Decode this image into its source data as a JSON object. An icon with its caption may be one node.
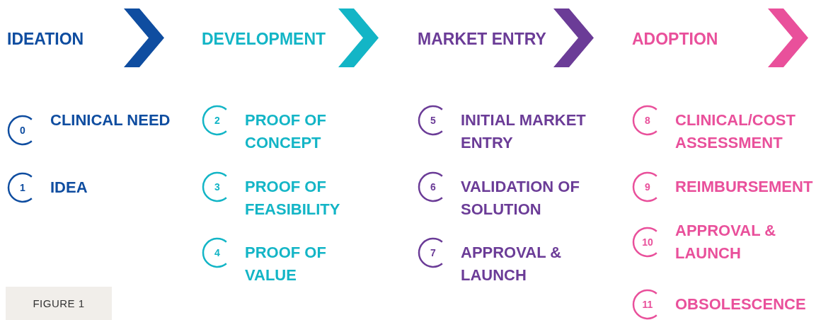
{
  "diagram": {
    "nodes": [
      {
        "text": [
          "IDEATION"
        ]
      },
      {
        "text": [
          "DEVELOPMENT"
        ]
      },
      {
        "text": [
          "MARKET ENTRY"
        ]
      },
      {
        "text": [
          "ADOPTION"
        ]
      },
      {
        "text": [
          "0"
        ],
        "beside": [
          "CLINICAL NEED"
        ]
      },
      {
        "text": [
          "1"
        ],
        "beside": [
          "IDEA"
        ]
      },
      {
        "text": [
          "2"
        ],
        "beside": [
          "PROOF OF CONCEPT"
        ]
      },
      {
        "text": [
          "3"
        ],
        "beside": [
          "PROOF OF FEASIBILITY"
        ]
      },
      {
        "text": [
          "4"
        ],
        "beside": [
          "PROOF OF VALUE"
        ]
      },
      {
        "text": [
          "5"
        ],
        "beside": [
          "INITIAL MARKET ENTRY"
        ]
      },
      {
        "text": [
          "6"
        ],
        "beside": [
          "VALIDATION OF SOLUTION"
        ]
      },
      {
        "text": [
          "7"
        ],
        "beside": [
          "APPROVAL & LAUNCH"
        ]
      },
      {
        "text": [
          "8"
        ],
        "beside": [
          "CLINICAL/COST ASSESSMENT"
        ]
      },
      {
        "text": [
          "9"
        ],
        "beside": [
          "REIMBURSEMENT"
        ]
      },
      {
        "text": [
          "10"
        ],
        "beside": [
          "APPROVAL & LAUNCH"
        ]
      },
      {
        "text": [
          "11"
        ],
        "beside": [
          "OBSOLESCENCE"
        ]
      }
    ],
    "edges": [],
    "labels": [
      "FIGURE 1"
    ]
  }
}
